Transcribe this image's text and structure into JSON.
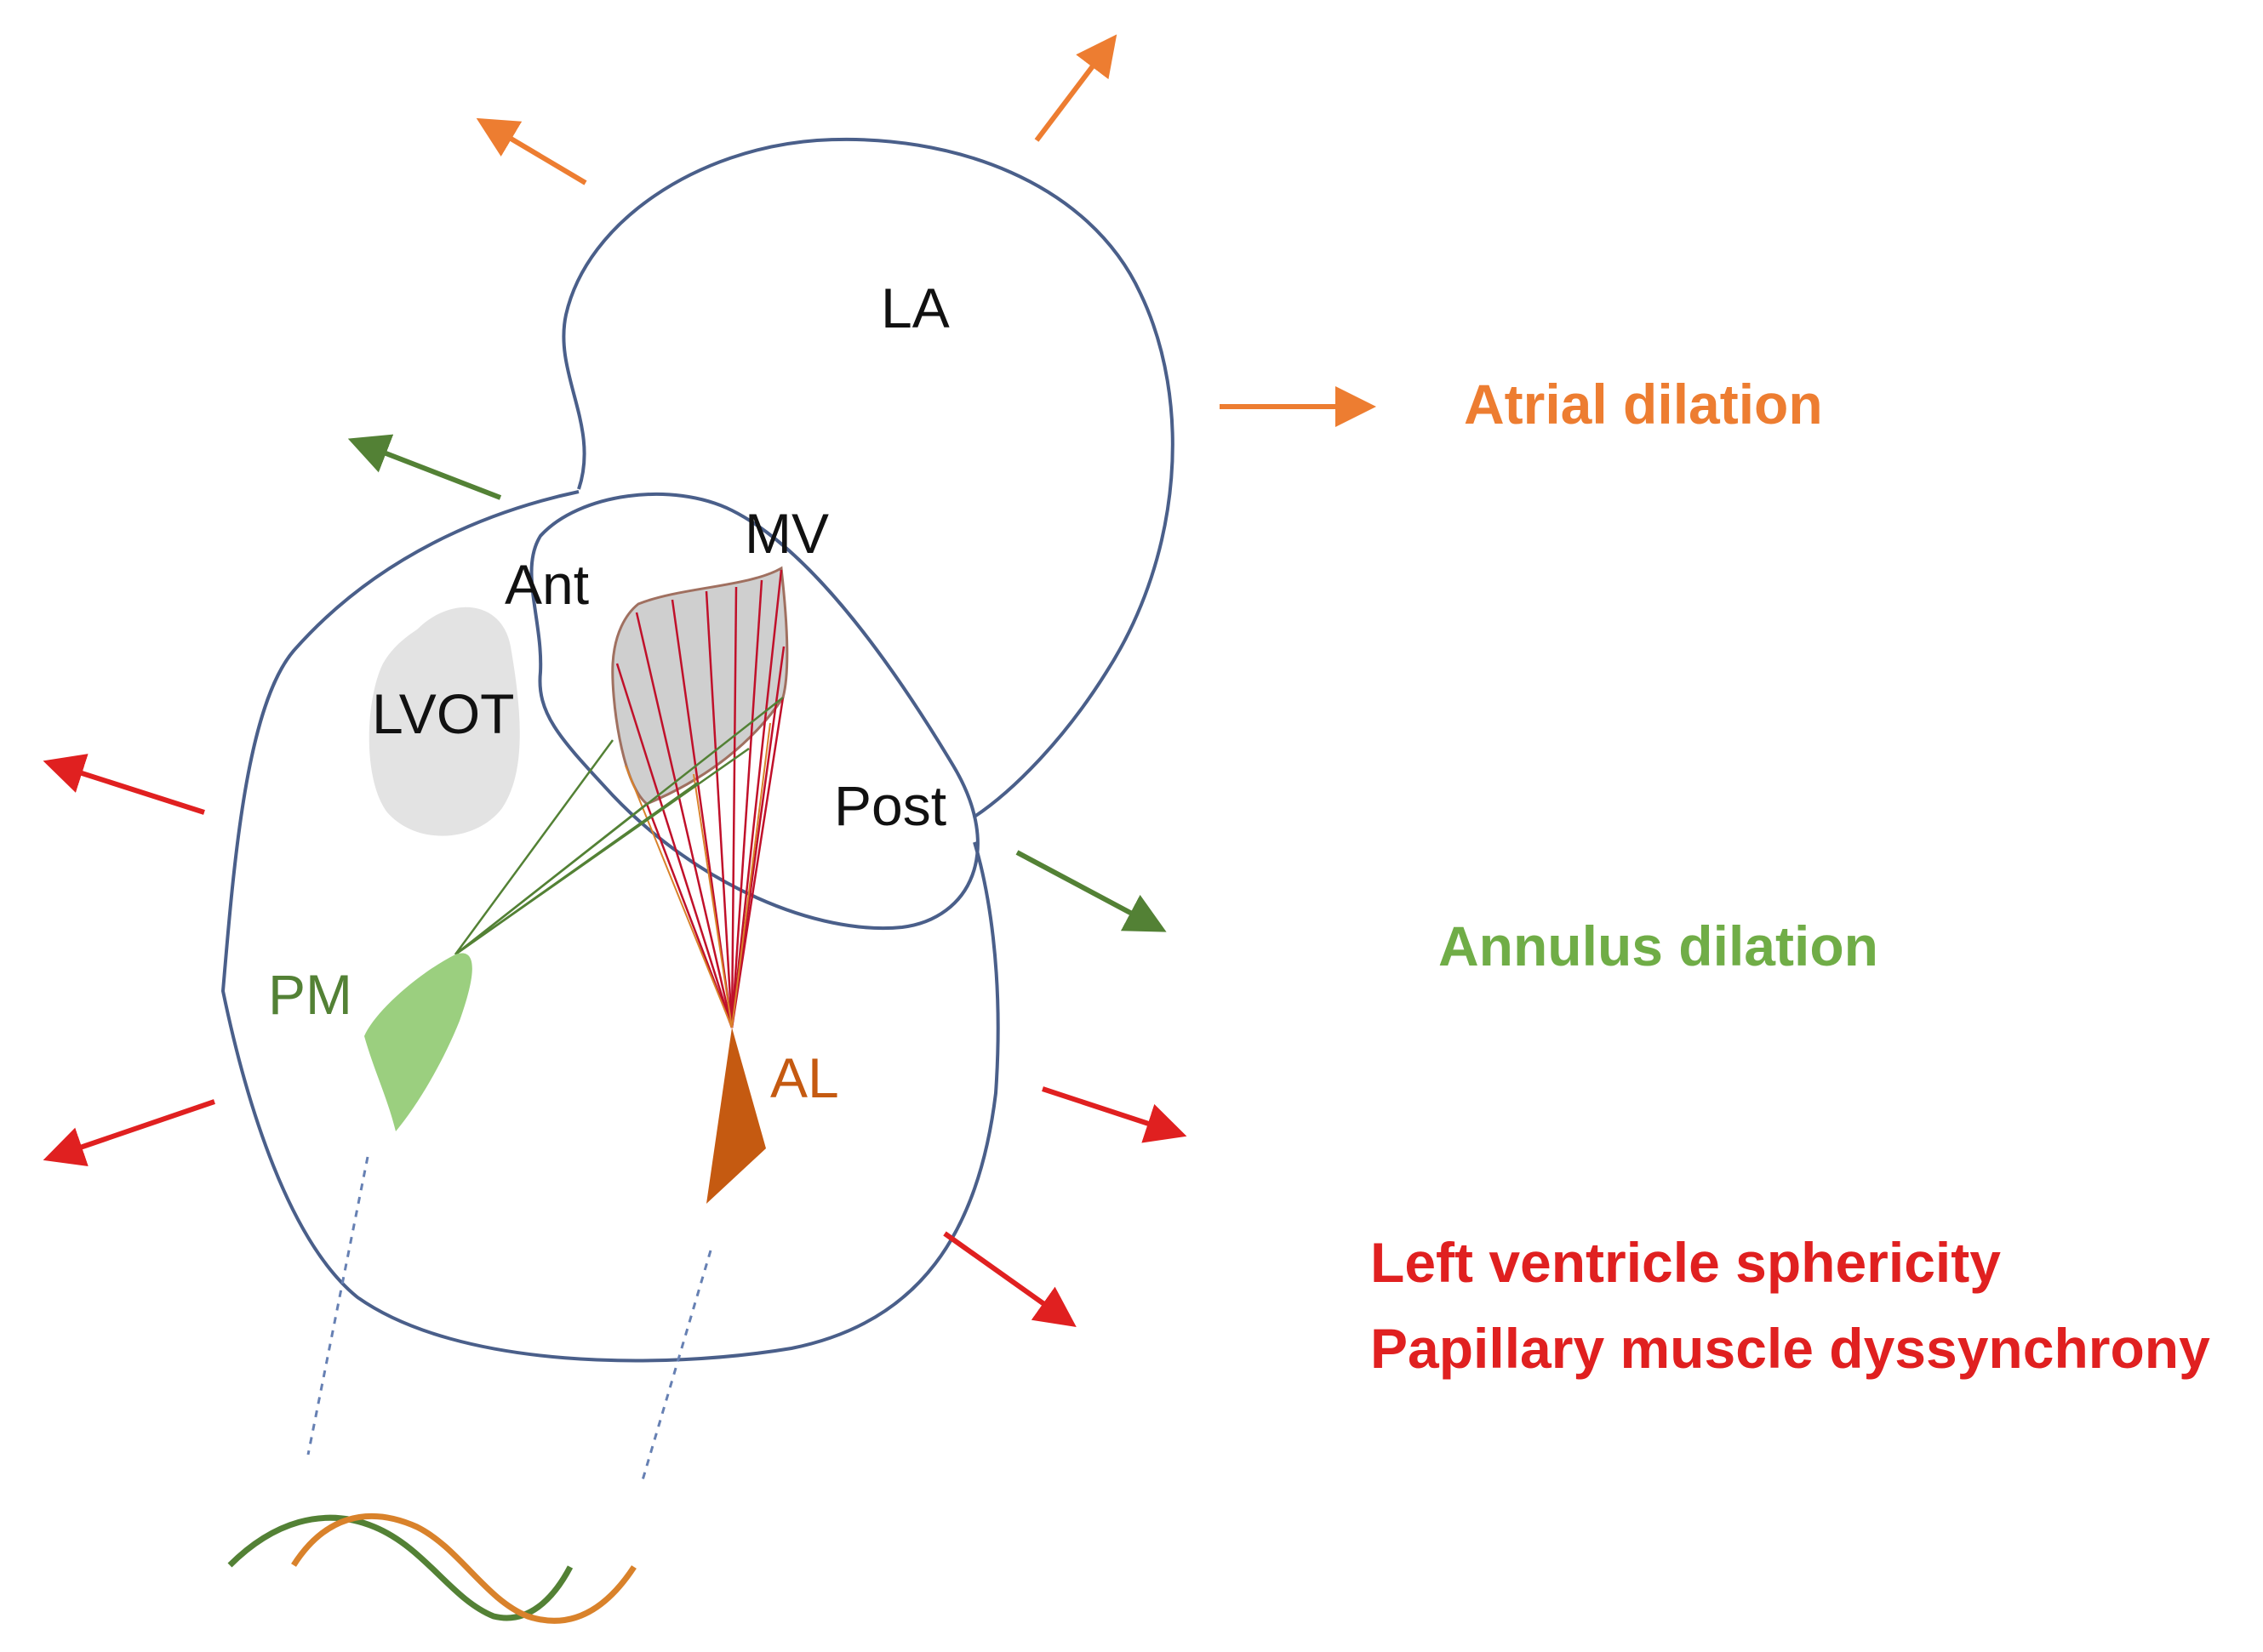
{
  "labels": {
    "la": "LA",
    "mv": "MV",
    "ant": "Ant",
    "lvot": "LVOT",
    "post": "Post",
    "pm": "PM",
    "al": "AL"
  },
  "legend": {
    "atrial": "Atrial dilation",
    "annulus": "Annulus dilation",
    "lv_sphericity": "Left ventricle sphericity",
    "pm_dyssynchrony": "Papillary muscle dyssynchrony"
  },
  "colors": {
    "outline": "#4a5f8a",
    "atrial": "#ed7d31",
    "annulus": "#538135",
    "annulus_text": "#70ad47",
    "ventricle": "#e02020",
    "pm_fill": "#9bcf7f",
    "al_fill": "#c55a11",
    "lvot_fill": "#e3e3e3",
    "leaflet_fill": "#cfcfcf",
    "chord_red": "#c0102a",
    "chord_green": "#538135"
  }
}
